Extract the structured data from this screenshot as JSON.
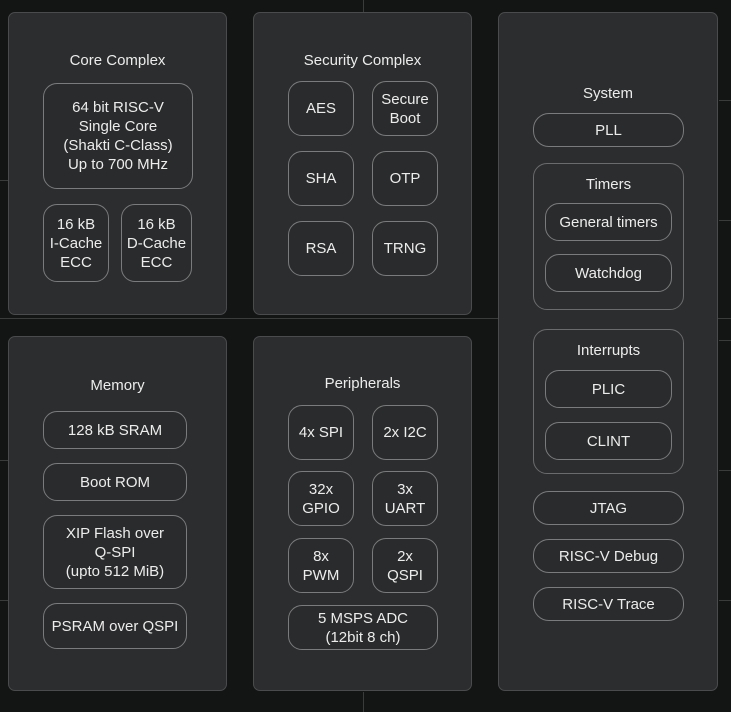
{
  "panels": {
    "core": {
      "title": "Core Complex",
      "cpu": "64 bit RISC-V\nSingle Core\n(Shakti C-Class)\nUp to 700 MHz",
      "icache": "16 kB\nI-Cache\nECC",
      "dcache": "16 kB\nD-Cache\nECC"
    },
    "security": {
      "title": "Security Complex",
      "aes": "AES",
      "secure_boot": "Secure\nBoot",
      "sha": "SHA",
      "otp": "OTP",
      "rsa": "RSA",
      "trng": "TRNG"
    },
    "system": {
      "title": "System",
      "pll": "PLL",
      "timers": {
        "title": "Timers",
        "general": "General timers",
        "watchdog": "Watchdog"
      },
      "interrupts": {
        "title": "Interrupts",
        "plic": "PLIC",
        "clint": "CLINT"
      },
      "jtag": "JTAG",
      "debug": "RISC-V Debug",
      "trace": "RISC-V Trace"
    },
    "memory": {
      "title": "Memory",
      "sram": "128 kB SRAM",
      "boot_rom": "Boot ROM",
      "xip_flash": "XIP Flash over\nQ-SPI\n(upto 512 MiB)",
      "psram": "PSRAM over QSPI"
    },
    "peripherals": {
      "title": "Peripherals",
      "spi": "4x SPI",
      "i2c": "2x I2C",
      "gpio": "32x\nGPIO",
      "uart": "3x\nUART",
      "pwm": "8x\nPWM",
      "qspi": "2x\nQSPI",
      "adc": "5 MSPS ADC\n(12bit 8 ch)"
    }
  }
}
